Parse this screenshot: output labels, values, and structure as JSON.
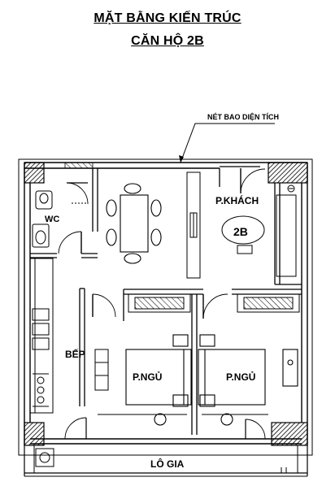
{
  "title": {
    "line1": "MẶT BẰNG KIẾN TRÚC",
    "line2": "CĂN HỘ 2B"
  },
  "annotation": {
    "boundary_note": "NÉT BAO DIỆN TÍCH"
  },
  "rooms": {
    "wc": "WC",
    "living": "P.KHÁCH",
    "unit_tag": "2B",
    "kitchen": "BẾP",
    "bedroom_left": "P.NGỦ",
    "bedroom_right": "P.NGỦ",
    "loggia": "LÔ GIA"
  }
}
